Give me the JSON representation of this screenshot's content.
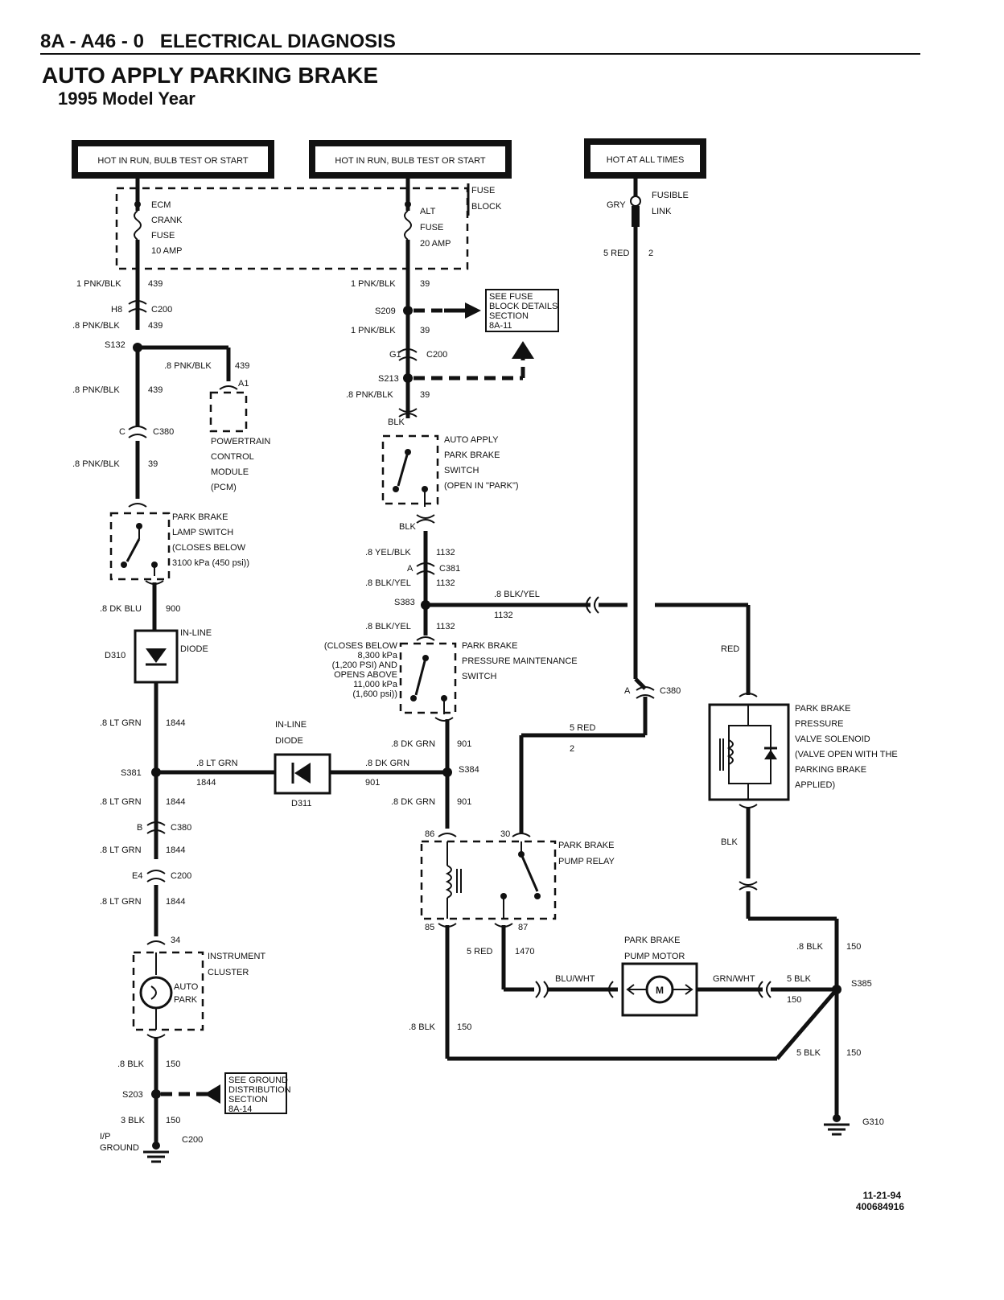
{
  "header": {
    "section": "8A - A46 - 0   ELECTRICAL DIAGNOSIS",
    "title": "AUTO APPLY PARKING BRAKE",
    "subtitle": "1995 Model Year"
  },
  "power": {
    "hot1": "HOT IN RUN, BULB TEST OR START",
    "hot2": "HOT IN RUN, BULB TEST OR START",
    "hot3": "HOT AT ALL TIMES",
    "fuse_block": [
      "FUSE",
      "BLOCK"
    ],
    "ecm_fuse": [
      "ECM",
      "CRANK",
      "FUSE",
      "10 AMP"
    ],
    "alt_fuse": [
      "ALT",
      "FUSE",
      "20 AMP"
    ],
    "fusible_link": [
      "FUSIBLE",
      "LINK"
    ],
    "gry": "GRY",
    "red5": "5 RED",
    "c2": "2"
  },
  "notes": {
    "fuse_ref": [
      "SEE FUSE",
      "BLOCK DETAILS",
      "SECTION",
      "8A-11"
    ],
    "ground_ref": [
      "SEE GROUND",
      "DISTRIBUTION",
      "SECTION",
      "8A-14"
    ]
  },
  "wires": {
    "pnk1": "1 PNK/BLK",
    "pnk8": ".8 PNK/BLK",
    "c439": "439",
    "c39": "39",
    "blk": "BLK",
    "yel": ".8 YEL/BLK",
    "blkyel": ".8 BLK/YEL",
    "c1132": "1132",
    "dkblu": ".8 DK BLU",
    "c900": "900",
    "ltgrn": ".8 LT GRN",
    "c1844": "1844",
    "dkgrn": ".8 DK GRN",
    "c901": "901",
    "red": "RED",
    "red5": "5 RED",
    "c1470": "1470",
    "bluwht": "BLU/WHT",
    "grnwht": "GRN/WHT",
    "blk5": "5 BLK",
    "blk8": ".8 BLK",
    "blk3": "3 BLK",
    "c150": "150",
    "c2": "2"
  },
  "connectors": {
    "h8": "H8",
    "c200": "C200",
    "g1": "G1",
    "c": "C",
    "c380": "C380",
    "a1": "A1",
    "a": "A",
    "c381": "C381",
    "b": "B",
    "e4": "E4",
    "p34": "34",
    "p86": "86",
    "p30": "30",
    "p85": "85",
    "p87": "87"
  },
  "splices": {
    "s132": "S132",
    "s209": "S209",
    "s213": "S213",
    "s383": "S383",
    "s381": "S381",
    "s384": "S384",
    "s385": "S385",
    "s203": "S203",
    "g310": "G310",
    "ip_ground": [
      "I/P",
      "GROUND"
    ]
  },
  "components": {
    "pcm": [
      "POWERTRAIN",
      "CONTROL",
      "MODULE",
      "(PCM)"
    ],
    "lamp_switch": [
      "PARK BRAKE",
      "LAMP SWITCH",
      "(CLOSES BELOW",
      "3100 kPa (450 psi))"
    ],
    "auto_switch": [
      "AUTO APPLY",
      "PARK BRAKE",
      "SWITCH",
      "(OPEN IN \"PARK\")"
    ],
    "pm_switch": [
      "PARK BRAKE",
      "PRESSURE MAINTENANCE",
      "SWITCH"
    ],
    "pm_note": [
      "(CLOSES BELOW",
      "8,300 kPa",
      "(1,200 PSI) AND",
      "OPENS ABOVE",
      "11,000 kPa",
      "(1,600 psi))"
    ],
    "diode_inline": [
      "IN-LINE",
      "DIODE"
    ],
    "d310": "D310",
    "d311": "D311",
    "solenoid": [
      "PARK BRAKE",
      "PRESSURE",
      "VALVE SOLENOID",
      "(VALVE OPEN WITH THE",
      "PARKING BRAKE",
      "APPLIED)"
    ],
    "relay": [
      "PARK BRAKE",
      "PUMP RELAY"
    ],
    "motor": [
      "PARK BRAKE",
      "PUMP MOTOR"
    ],
    "motor_symbol": "M",
    "cluster": [
      "INSTRUMENT",
      "CLUSTER"
    ],
    "auto_park": [
      "AUTO",
      "PARK"
    ]
  },
  "footer": {
    "date": "11-21-94",
    "code": "400684916"
  }
}
